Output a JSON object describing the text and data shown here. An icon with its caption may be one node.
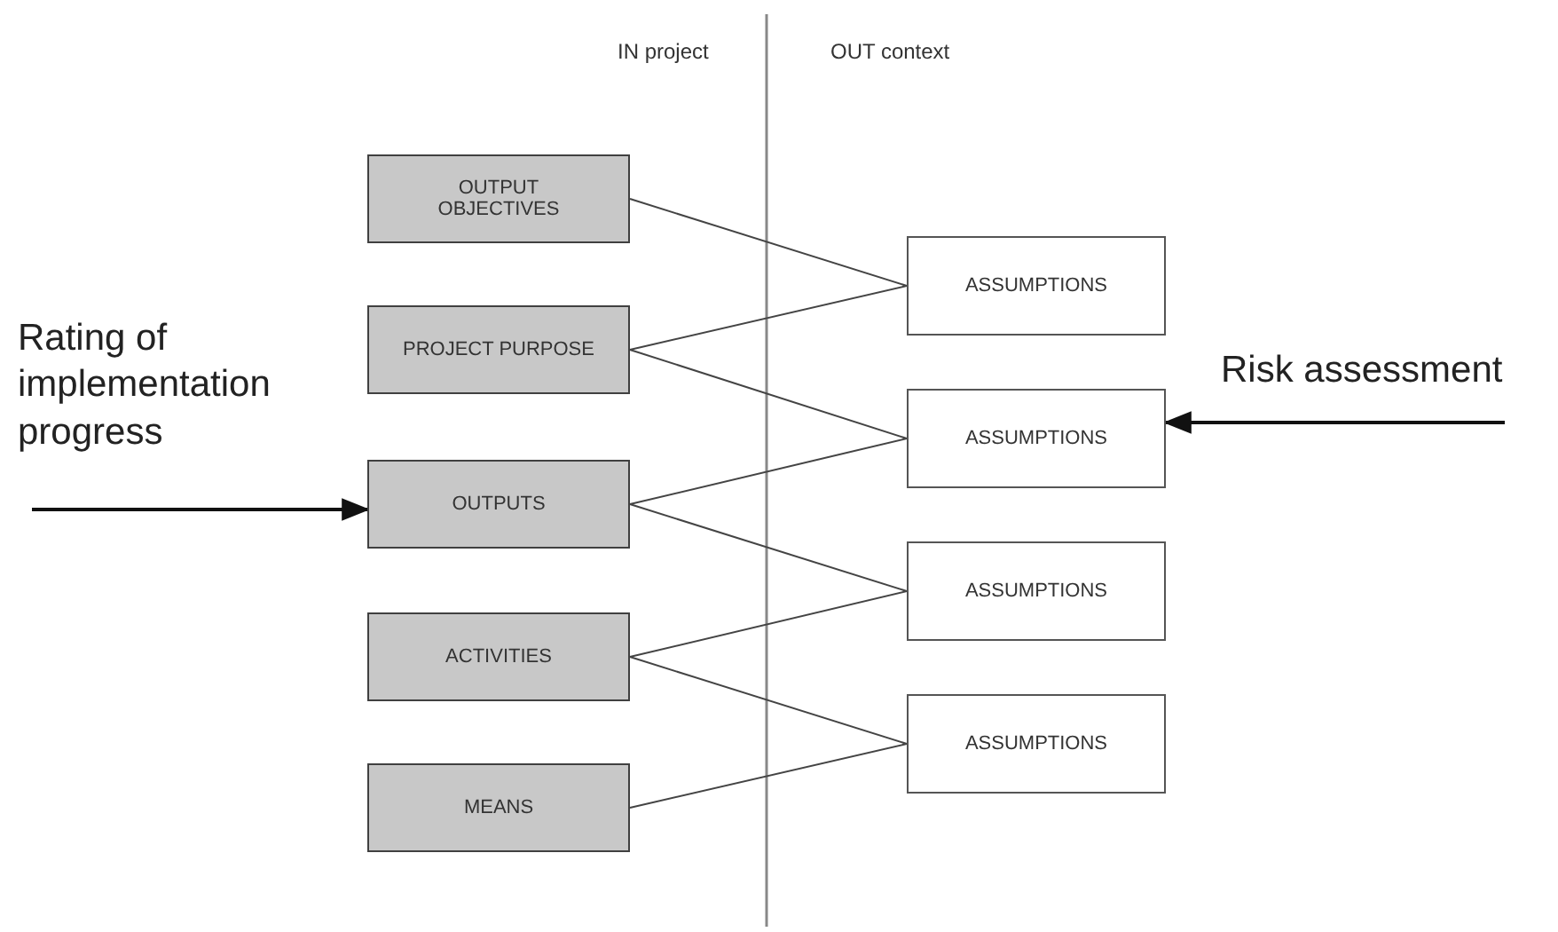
{
  "diagram": {
    "nodes": [
      {
        "text": [
          "OUTPUT OBJECTIVES"
        ]
      },
      {
        "text": [
          "PROJECT PURPOSE"
        ]
      },
      {
        "text": [
          "OUTPUTS"
        ]
      },
      {
        "text": [
          "ACTIVITIES"
        ]
      },
      {
        "text": [
          "MEANS"
        ]
      },
      {
        "text": [
          "ASSUMPTIONS"
        ]
      },
      {
        "text": [
          "ASSUMPTIONS"
        ]
      },
      {
        "text": [
          "ASSUMPTIONS"
        ]
      },
      {
        "text": [
          "ASSUMPTIONS"
        ]
      },
      {
        "text": [
          "Rating of implementation progress"
        ]
      },
      {
        "text": [
          "Risk assessment"
        ]
      }
    ],
    "edges": [
      {
        "from": 0,
        "to": 5,
        "arrow": "none"
      },
      {
        "from": 1,
        "to": 5,
        "arrow": "none"
      },
      {
        "from": 1,
        "to": 6,
        "arrow": "none"
      },
      {
        "from": 2,
        "to": 6,
        "arrow": "none"
      },
      {
        "from": 2,
        "to": 7,
        "arrow": "none"
      },
      {
        "from": 3,
        "to": 7,
        "arrow": "none"
      },
      {
        "from": 3,
        "to": 8,
        "arrow": "none"
      },
      {
        "from": 4,
        "to": 8,
        "arrow": "none"
      },
      {
        "from": 9,
        "to": 2,
        "arrow": "to"
      },
      {
        "from": 10,
        "to": 6,
        "arrow": "to"
      }
    ],
    "labels": [
      "IN project",
      "OUT context"
    ]
  }
}
